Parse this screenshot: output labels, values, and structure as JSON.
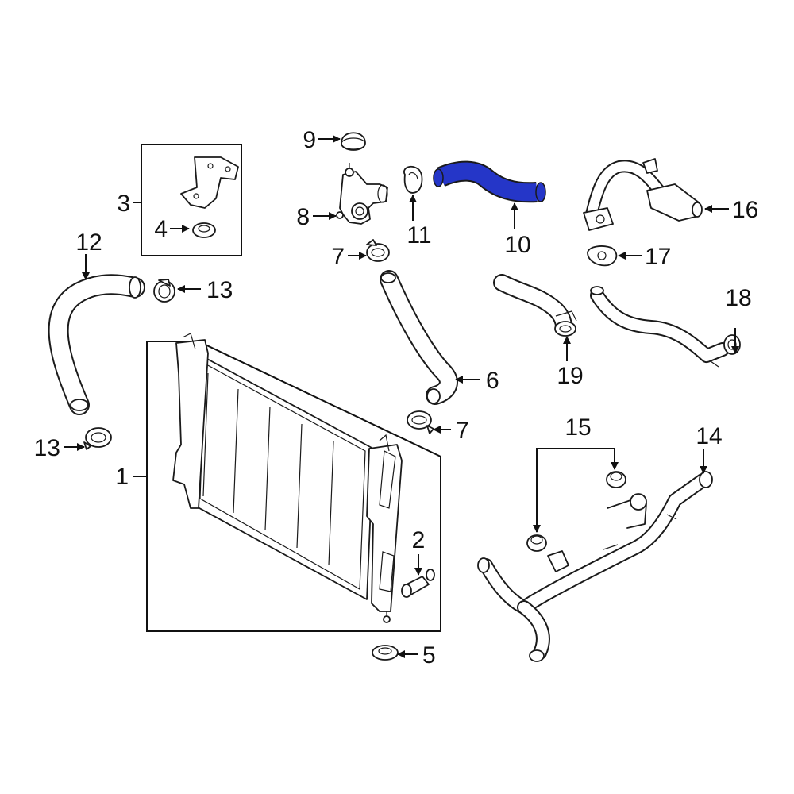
{
  "callouts": {
    "c1": "1",
    "c2": "2",
    "c3": "3",
    "c4": "4",
    "c5": "5",
    "c6": "6",
    "c7a": "7",
    "c7b": "7",
    "c8": "8",
    "c9": "9",
    "c10": "10",
    "c11": "11",
    "c12": "12",
    "c13a": "13",
    "c13b": "13",
    "c14": "14",
    "c15": "15",
    "c16": "16",
    "c17": "17",
    "c18": "18",
    "c19": "19"
  },
  "colors": {
    "highlight": "#2536c8",
    "line": "#1a1a1a",
    "background": "#ffffff"
  }
}
